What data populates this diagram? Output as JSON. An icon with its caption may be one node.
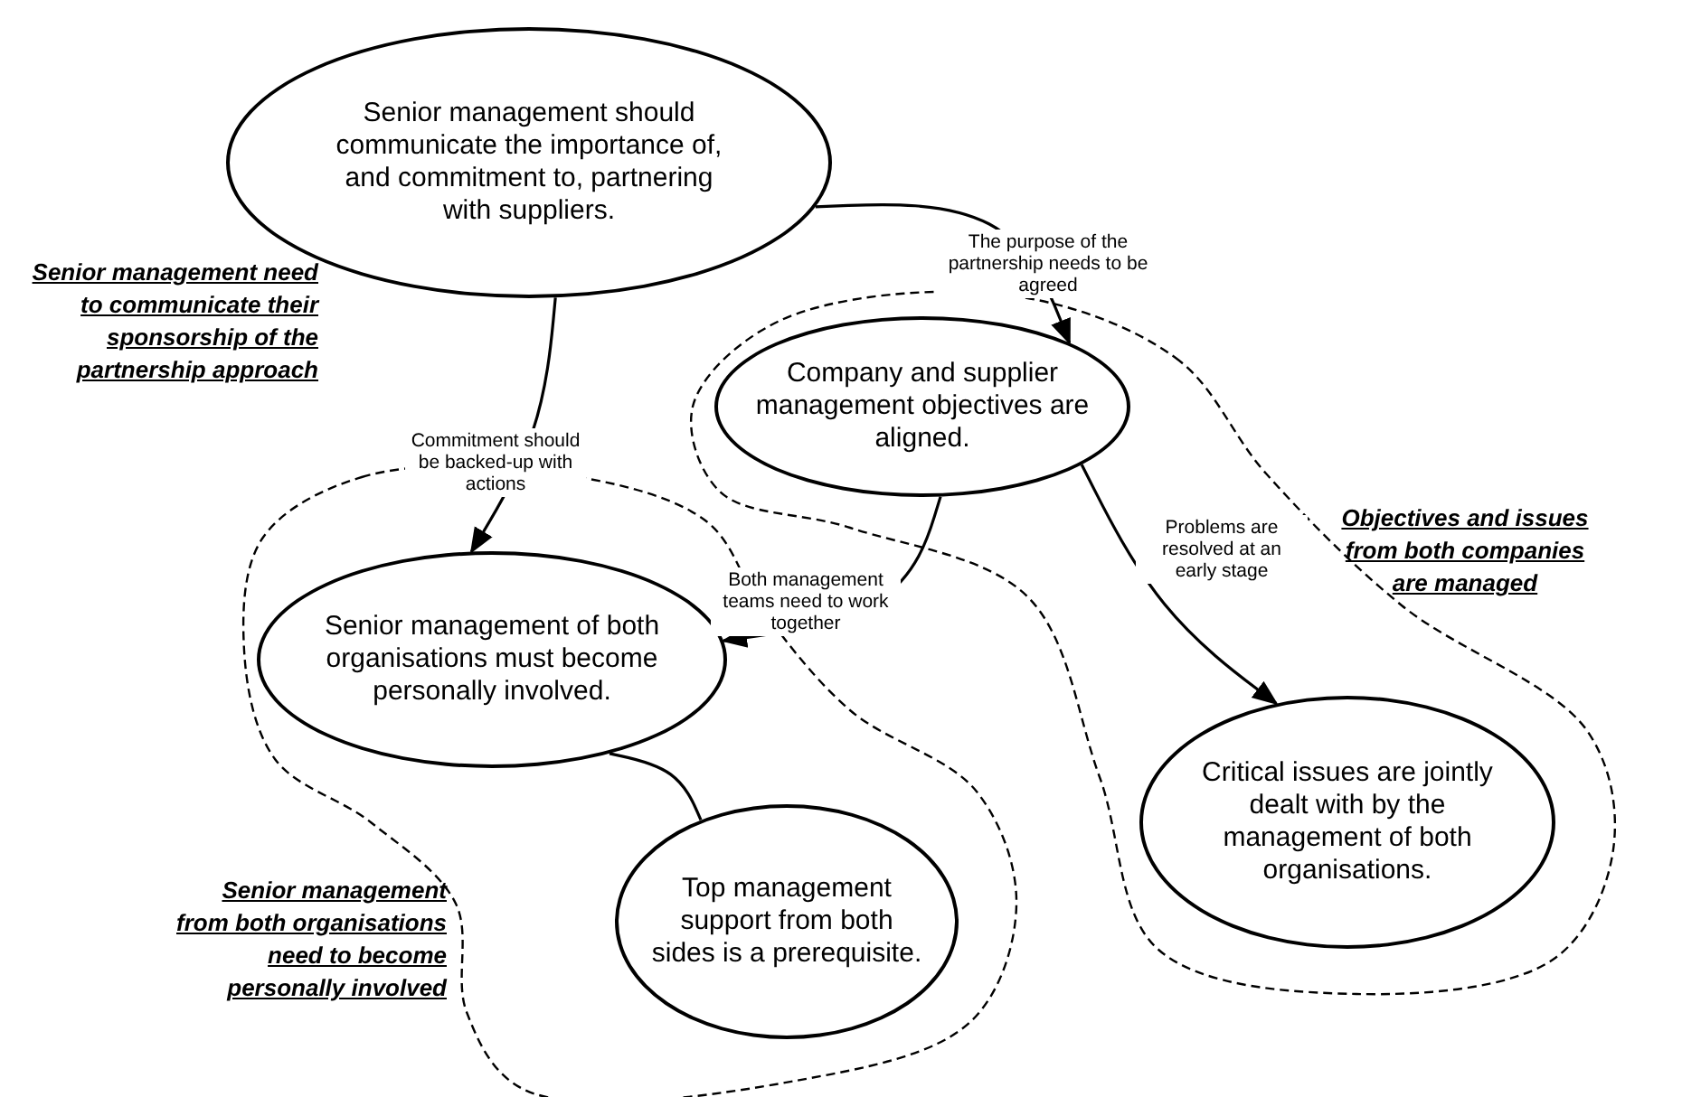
{
  "diagram": {
    "nodes": [
      {
        "text": [
          "Senior management should communicate the importance of, and commitment to, partnering with suppliers."
        ]
      },
      {
        "text": [
          "Objectives and issues from both companies are managed"
        ]
      },
      {
        "text": [
          "Company and supplier management objectives are aligned."
        ],
        "in": 1
      },
      {
        "text": [
          "Critical issues are jointly dealt with by the management of both organisations."
        ],
        "in": 1
      },
      {
        "text": [
          "Senior management from both organisations need to become personally involved"
        ]
      },
      {
        "text": [
          "Senior management of both organisations must become personally involved."
        ],
        "in": 4
      },
      {
        "text": [
          "Top management support from both sides is a prerequisite."
        ],
        "in": 4
      }
    ],
    "edges": [
      {
        "from": 0,
        "to": 2,
        "arrow": "to",
        "label": "The purpose of the partnership needs to be agreed"
      },
      {
        "from": 0,
        "to": 5,
        "arrow": "to",
        "label": "Commitment should be backed-up with actions"
      },
      {
        "from": 2,
        "to": 5,
        "arrow": "to",
        "label": "Both management teams need to work together"
      },
      {
        "from": 2,
        "to": 3,
        "arrow": "to",
        "label": "Problems are resolved at an early stage"
      },
      {
        "from": 5,
        "to": 6,
        "arrow": "none"
      }
    ],
    "labels": [
      "Senior management need to communicate their sponsorship of the partnership approach"
    ]
  }
}
